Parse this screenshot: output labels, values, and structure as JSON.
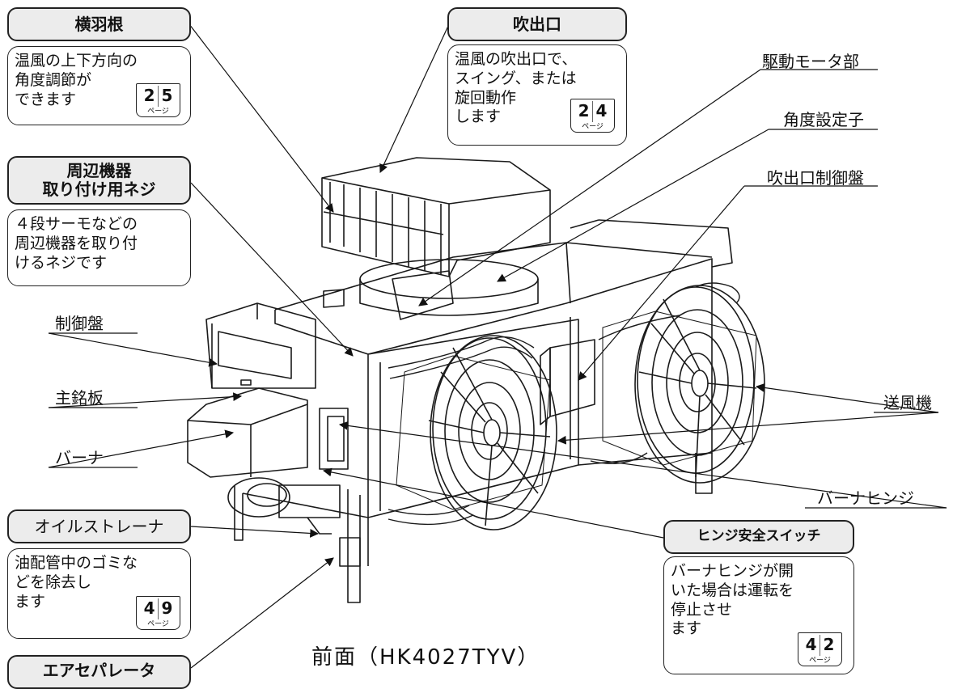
{
  "callouts": {
    "yokohane": {
      "title": "横羽根",
      "desc": [
        "温風の上下方向の",
        "角度調節が",
        "できます"
      ],
      "page": "25",
      "page_unit": "ページ"
    },
    "fukidashi": {
      "title": "吹出口",
      "desc": [
        "温風の吹出口で、",
        "スイング、または",
        "旋回動作",
        "します"
      ],
      "page": "24",
      "page_unit": "ページ"
    },
    "shuhen": {
      "title": [
        "周辺機器",
        "取り付け用ネジ"
      ],
      "desc": [
        "４段サーモなどの",
        "周辺機器を取り付",
        "けるネジです"
      ]
    },
    "oil": {
      "title": "オイルストレーナ",
      "desc": [
        "油配管中のゴミな",
        "どを除去し",
        "ます"
      ],
      "page": "49",
      "page_unit": "ページ"
    },
    "air": {
      "title": "エアセパレータ"
    },
    "hinge_switch": {
      "title": "ヒンジ安全スイッチ",
      "desc": [
        "バーナヒンジが開",
        "いた場合は運転を",
        "停止させ",
        "ます"
      ],
      "page": "42",
      "page_unit": "ページ"
    }
  },
  "labels": {
    "motor": "駆動モータ部",
    "angle": "角度設定子",
    "outlet_panel": "吹出口制御盤",
    "control_panel": "制御盤",
    "nameplate": "主銘板",
    "burner": "バーナ",
    "fan": "送風機",
    "burner_hinge": "バーナヒンジ"
  },
  "caption": "前面（HK4027TYV）"
}
